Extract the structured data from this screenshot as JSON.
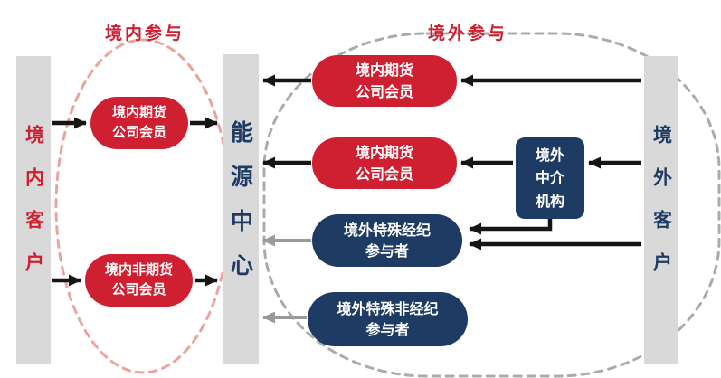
{
  "colors": {
    "background": "#ffffff",
    "red": "#ce2030",
    "navy": "#1e3c63",
    "lane_gray": "#d9d9d9",
    "dash_pink": "#eba49b",
    "dash_gray": "#a8abaf",
    "arrow_black": "#151515",
    "arrow_gray": "#9a9a9a"
  },
  "group_labels": {
    "domestic": "境内参与",
    "overseas": "境外参与"
  },
  "lanes": {
    "domestic_customer": "境内客户",
    "energy_center": "能源中心",
    "overseas_customer": "境外客户"
  },
  "nodes": {
    "domestic_futures_member": {
      "line1": "境内期货",
      "line2": "公司会员"
    },
    "domestic_nonfutures_member": {
      "line1": "境内非期货",
      "line2": "公司会员"
    },
    "route_futures_member_1": {
      "line1": "境内期货",
      "line2": "公司会员"
    },
    "route_futures_member_2": {
      "line1": "境内期货",
      "line2": "公司会员"
    },
    "overseas_special_broker": {
      "line1": "境外特殊经纪",
      "line2": "参与者"
    },
    "overseas_special_nonbroker": {
      "line1": "境外特殊非经纪",
      "line2": "参与者"
    },
    "overseas_intermediary": {
      "line1": "境外",
      "line2": "中介",
      "line3": "机构"
    }
  }
}
